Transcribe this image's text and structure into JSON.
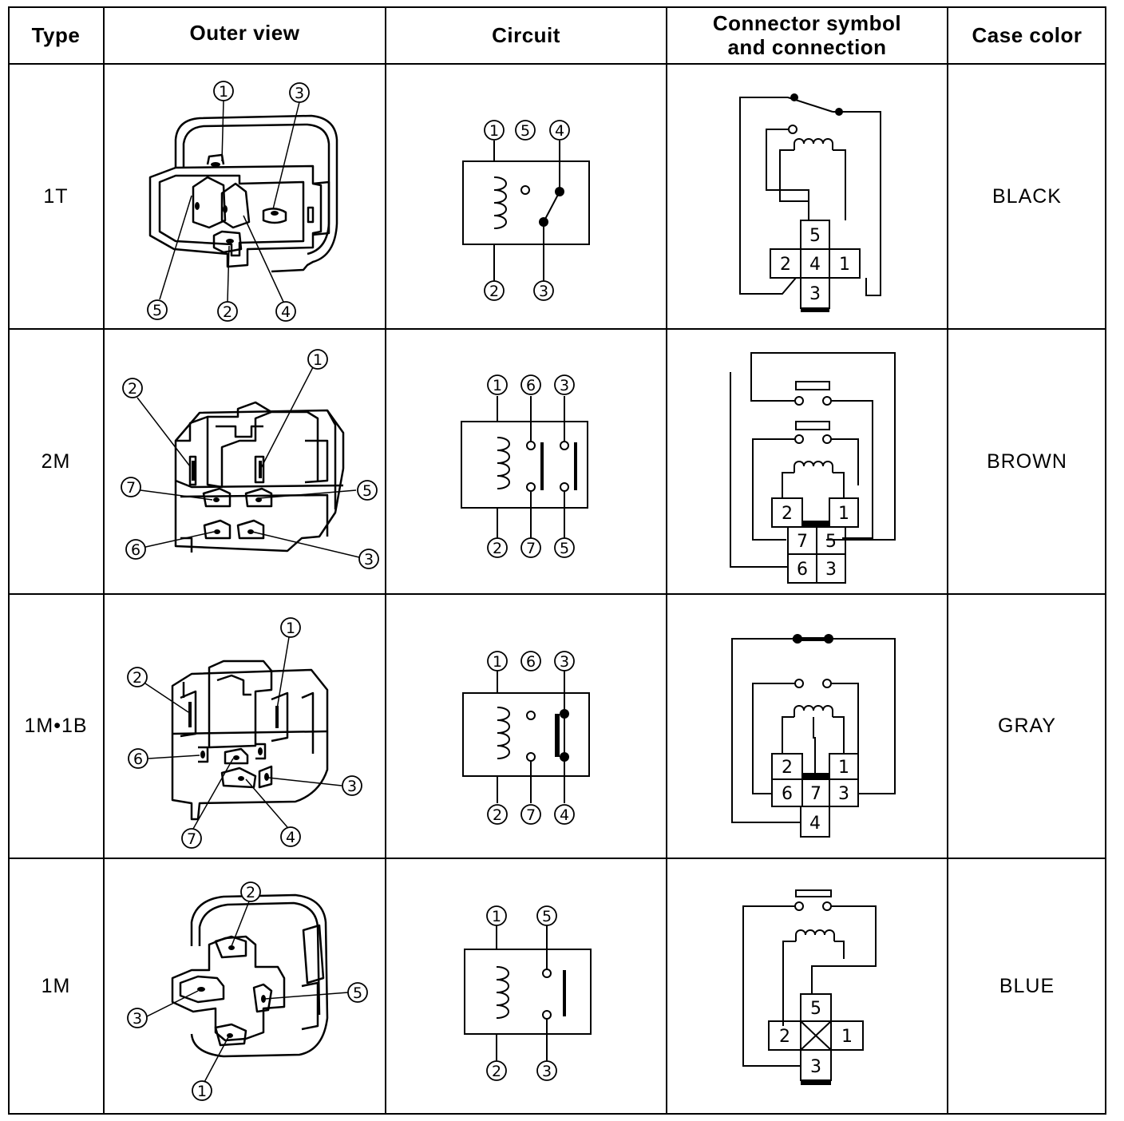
{
  "headers": {
    "type": "Type",
    "outer_view": "Outer view",
    "circuit": "Circuit",
    "connector_line1": "Connector symbol",
    "connector_line2": "and connection",
    "case_color": "Case color"
  },
  "rows": [
    {
      "type": "1T",
      "case_color": "BLACK",
      "outer_pins": [
        "1",
        "3",
        "5",
        "2",
        "4"
      ],
      "circuit_top_pins": [
        "1",
        "5",
        "4"
      ],
      "circuit_bottom_pins": [
        "2",
        "3"
      ],
      "connector_pins": [
        "5",
        "2",
        "4",
        "1",
        "3"
      ]
    },
    {
      "type": "2M",
      "case_color": "BROWN",
      "outer_pins": [
        "1",
        "2",
        "7",
        "5",
        "6",
        "3"
      ],
      "circuit_top_pins": [
        "1",
        "6",
        "3"
      ],
      "circuit_bottom_pins": [
        "2",
        "7",
        "5"
      ],
      "connector_pins": [
        "2",
        "1",
        "7",
        "5",
        "6",
        "3"
      ]
    },
    {
      "type": "1M•1B",
      "case_color": "GRAY",
      "outer_pins": [
        "1",
        "2",
        "6",
        "3",
        "7",
        "4"
      ],
      "circuit_top_pins": [
        "1",
        "6",
        "3"
      ],
      "circuit_bottom_pins": [
        "2",
        "7",
        "4"
      ],
      "connector_pins": [
        "2",
        "1",
        "6",
        "7",
        "3",
        "4"
      ]
    },
    {
      "type": "1M",
      "case_color": "BLUE",
      "outer_pins": [
        "2",
        "3",
        "5",
        "1"
      ],
      "circuit_top_pins": [
        "1",
        "5"
      ],
      "circuit_bottom_pins": [
        "2",
        "3"
      ],
      "connector_pins": [
        "5",
        "2",
        "1",
        "3"
      ]
    }
  ]
}
